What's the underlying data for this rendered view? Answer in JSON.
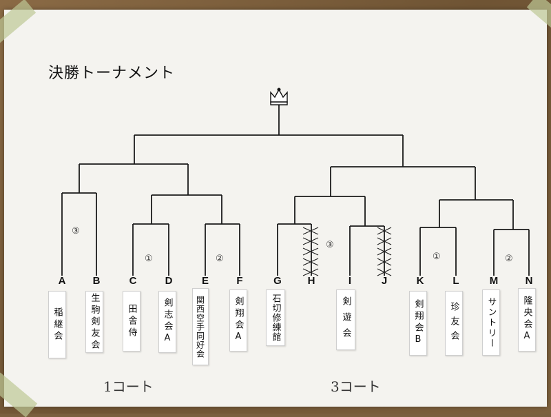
{
  "title": "決勝トーナメント",
  "teams": [
    {
      "letter": "A",
      "name": "稲継会"
    },
    {
      "letter": "B",
      "name": "生駒剣友会"
    },
    {
      "letter": "C",
      "name": "田舎侍"
    },
    {
      "letter": "D",
      "name": "剣志会A"
    },
    {
      "letter": "E",
      "name": "関西空手同好会"
    },
    {
      "letter": "F",
      "name": "剣翔会A"
    },
    {
      "letter": "G",
      "name": "石切修練館"
    },
    {
      "letter": "H",
      "name": ""
    },
    {
      "letter": "I",
      "name": "剣遊会"
    },
    {
      "letter": "J",
      "name": ""
    },
    {
      "letter": "K",
      "name": "剣翔会B"
    },
    {
      "letter": "L",
      "name": "珍友会"
    },
    {
      "letter": "M",
      "name": "サントリー"
    },
    {
      "letter": "N",
      "name": "隆央会A"
    }
  ],
  "match_numbers": {
    "ab": "③",
    "cd": "①",
    "ef": "②",
    "ij": "③",
    "kl": "①",
    "mn": "②"
  },
  "courts": {
    "left": "1コート",
    "right": "3コート"
  },
  "icons": {
    "crown": "crown-icon"
  }
}
